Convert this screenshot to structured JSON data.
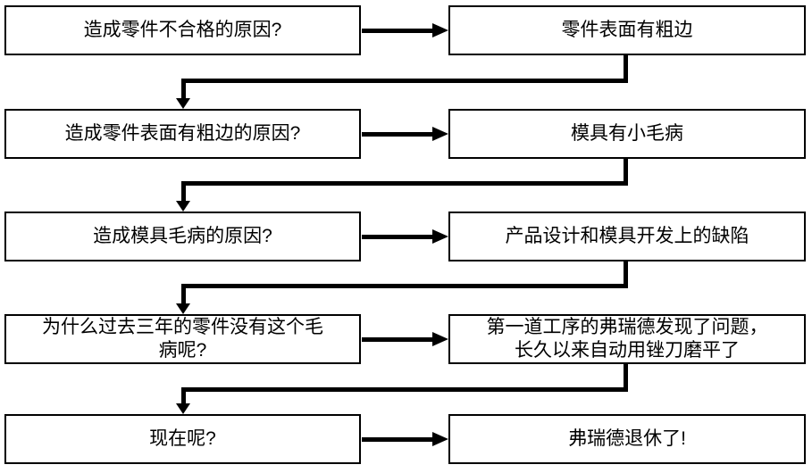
{
  "diagram": {
    "type": "five-whys-flowchart",
    "rows": [
      {
        "question": "造成零件不合格的原因?",
        "answer": "零件表面有粗边"
      },
      {
        "question": "造成零件表面有粗边的原因?",
        "answer": "模具有小毛病"
      },
      {
        "question": "造成模具毛病的原因?",
        "answer": "产品设计和模具开发上的缺陷"
      },
      {
        "question": "为什么过去三年的零件没有这个毛\n病呢?",
        "answer": "第一道工序的弗瑞德发现了问题，\n长久以来自动用锉刀磨平了"
      },
      {
        "question": "现在呢?",
        "answer": "弗瑞德退休了!"
      }
    ]
  },
  "colors": {
    "line": "#000000",
    "background": "#ffffff",
    "box-fill": "#ffffff"
  }
}
